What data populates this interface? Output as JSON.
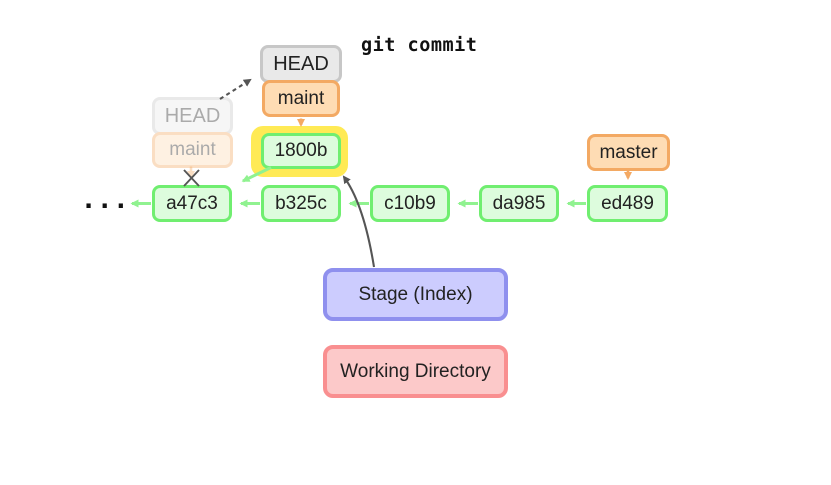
{
  "title": "git commit",
  "ellipsis": "...",
  "head_pointer": {
    "head_label": "HEAD",
    "branch_label": "maint"
  },
  "old_head_pointer": {
    "head_label": "HEAD",
    "branch_label": "maint"
  },
  "new_commit": {
    "label": "1800b",
    "highlighted": true
  },
  "commits": [
    {
      "label": "a47c3"
    },
    {
      "label": "b325c"
    },
    {
      "label": "c10b9"
    },
    {
      "label": "da985"
    },
    {
      "label": "ed489"
    }
  ],
  "master_branch": {
    "label": "master"
  },
  "stage": {
    "label": "Stage (Index)"
  },
  "working_directory": {
    "label": "Working Directory"
  },
  "colors": {
    "green_border": "#70ee70",
    "green_fill": "#ddfcdd",
    "green_arrow": "#90f290",
    "orange_border": "#f3a963",
    "orange_fill": "#fedcb4",
    "orange_arrow": "#f4a963",
    "gray_border": "#c7c7c7",
    "gray_fill": "#e9e9e9",
    "yellow_highlight": "#ffea55",
    "stage_border": "#8f90ee",
    "stage_fill": "#ccccfe",
    "working_border": "#f98f90",
    "working_fill": "#fcc9c9",
    "dark": "#555555",
    "text": "#222222"
  }
}
